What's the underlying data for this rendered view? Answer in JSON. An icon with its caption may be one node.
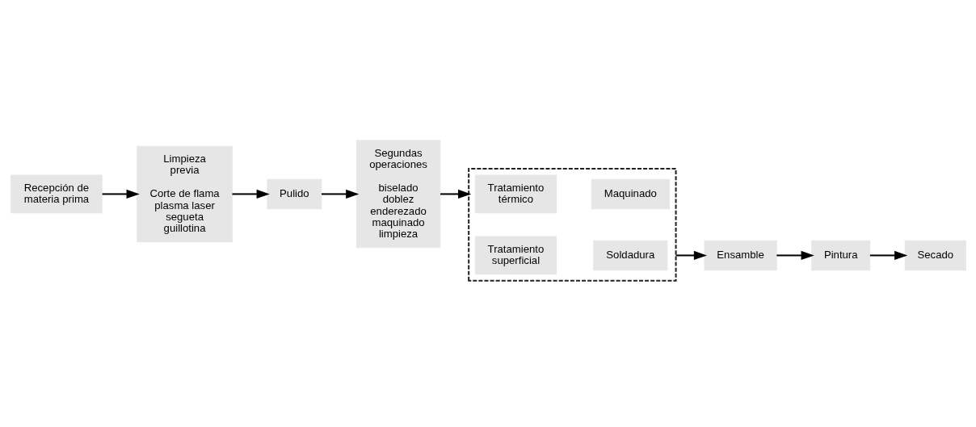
{
  "diagram": {
    "nodes": [
      {
        "text": [
          "Recepción de materia prima"
        ]
      },
      {
        "text": [
          "Limpieza previa",
          "Corte de flama plasma laser segueta guillotina"
        ]
      },
      {
        "text": [
          "Pulido"
        ]
      },
      {
        "text": [
          "Segundas operaciones",
          "biselado doblez enderezado maquinado limpieza"
        ]
      },
      {
        "text": [],
        "shape": "box"
      },
      {
        "text": [
          "Tratamiento térmico"
        ],
        "in": 4
      },
      {
        "text": [
          "Maquinado"
        ],
        "in": 4
      },
      {
        "text": [
          "Tratamiento superficial"
        ],
        "in": 4
      },
      {
        "text": [
          "Soldadura"
        ],
        "in": 4
      },
      {
        "text": [
          "Ensamble"
        ]
      },
      {
        "text": [
          "Pintura"
        ]
      },
      {
        "text": [
          "Secado"
        ]
      }
    ],
    "edges": [
      {
        "from": 0,
        "to": 1,
        "arrow": "to"
      },
      {
        "from": 1,
        "to": 2,
        "arrow": "to"
      },
      {
        "from": 2,
        "to": 3,
        "arrow": "to"
      },
      {
        "from": 3,
        "to": 4,
        "arrow": "to"
      },
      {
        "from": 4,
        "to": 9,
        "arrow": "to"
      },
      {
        "from": 9,
        "to": 10,
        "arrow": "to"
      },
      {
        "from": 10,
        "to": 11,
        "arrow": "to"
      }
    ]
  }
}
